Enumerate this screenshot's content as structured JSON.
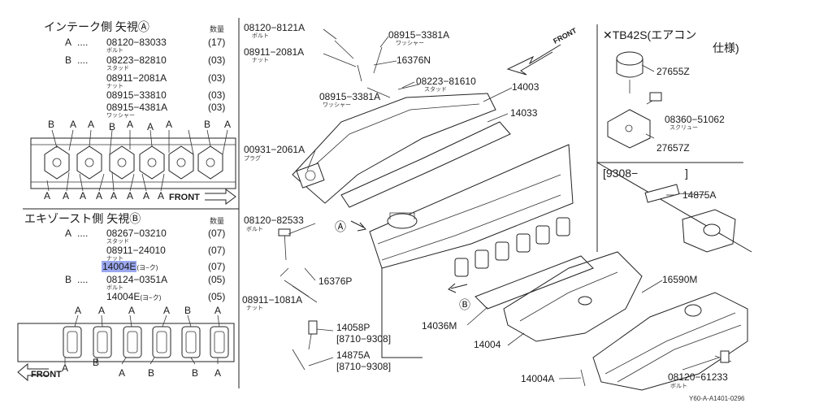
{
  "intake": {
    "title": "インテーク側 矢視Ⓐ",
    "qty_header": "数量",
    "rows": [
      {
        "key": "A",
        "dots": "....",
        "part": "08120−83033",
        "note": "ボルト",
        "qty": "(17)"
      },
      {
        "key": "B",
        "dots": "....",
        "part": "08223−82810",
        "note": "スタッド",
        "qty": "(03)"
      },
      {
        "key": "",
        "dots": "",
        "part": "08911−2081A",
        "note": "ナット",
        "qty": "(03)"
      },
      {
        "key": "",
        "dots": "",
        "part": "08915−33810",
        "note": "",
        "qty": "(03)"
      },
      {
        "key": "",
        "dots": "",
        "part": "08915−4381A",
        "note": "ワッシャー",
        "qty": "(03)"
      }
    ],
    "top_labels": [
      "B",
      "A",
      "A",
      "B",
      "A",
      "A",
      "A",
      "B",
      "A"
    ],
    "bottom_labels": [
      "A",
      "A",
      "A",
      "A",
      "A",
      "A",
      "A",
      "A"
    ],
    "direction": "FRONT"
  },
  "exhaust": {
    "title": "エキゾースト側 矢視Ⓑ",
    "qty_header": "数量",
    "rows": [
      {
        "key": "A",
        "dots": "....",
        "part": "08267−03210",
        "note": "スタッド",
        "qty": "(07)"
      },
      {
        "key": "",
        "dots": "",
        "part": "08911−24010",
        "note": "ナット",
        "qty": "(07)"
      },
      {
        "key": "",
        "dots": "",
        "part": "14004E",
        "suffix": "(ヨ−ク)",
        "qty": "(07)",
        "highlight": true
      },
      {
        "key": "B",
        "dots": "....",
        "part": "08124−0351A",
        "note": "ボルト",
        "qty": "(05)"
      },
      {
        "key": "",
        "dots": "",
        "part": "14004E",
        "suffix": "(ヨ−ク)",
        "qty": "(05)"
      }
    ],
    "top_labels": [
      "A",
      "A",
      "A",
      "A",
      "B",
      "A"
    ],
    "bottom_labels": [
      "A",
      "B",
      "A",
      "B",
      "B",
      "A"
    ],
    "direction": "FRONT"
  },
  "callouts": {
    "c1": {
      "part": "08120−8121A",
      "note": "ボルト"
    },
    "c2": {
      "part": "08915−3381A",
      "note": "ワッシャー"
    },
    "c3": {
      "part": "08911−2081A",
      "note": "ナット"
    },
    "c4": {
      "part": "16376N"
    },
    "c5": {
      "part": "08223−81610",
      "note": "スタッド"
    },
    "c6": {
      "part": "08915−3381A",
      "note": "ワッシャー"
    },
    "c7": {
      "part": "14003"
    },
    "c8": {
      "part": "14033"
    },
    "c9": {
      "part": "00931−2061A",
      "note": "プラグ"
    },
    "c10": {
      "part": "08120−82533",
      "note": "ボルト"
    },
    "c11": {
      "part": "16376P"
    },
    "c12": {
      "part": "08911−1081A",
      "note": "ナット"
    },
    "c13": {
      "part": "14058P",
      "range": "[8710−9308]"
    },
    "c14": {
      "part": "14875A",
      "range": "[8710−9308]"
    },
    "c15": {
      "part": "14036M"
    },
    "c16": {
      "part": "14004"
    },
    "c17": {
      "part": "14004A"
    },
    "c18": {
      "part": "16590M"
    },
    "c19": {
      "part": "08120−61233",
      "note": "ボルト"
    }
  },
  "main": {
    "front_label": "FRONT",
    "marker_a": "Ⓐ",
    "marker_b": "Ⓑ"
  },
  "inset1": {
    "title": "✕TB42S(エアコン",
    "title2": "仕様)",
    "parts": [
      {
        "part": "27655Z"
      },
      {
        "part": "08360−51062",
        "note": "スクリュー"
      },
      {
        "part": "27657Z"
      }
    ]
  },
  "inset2": {
    "title": "[9308−",
    "close": "]",
    "part": "14875A"
  },
  "footer": {
    "code": "Y60-A-A1401-0296"
  }
}
